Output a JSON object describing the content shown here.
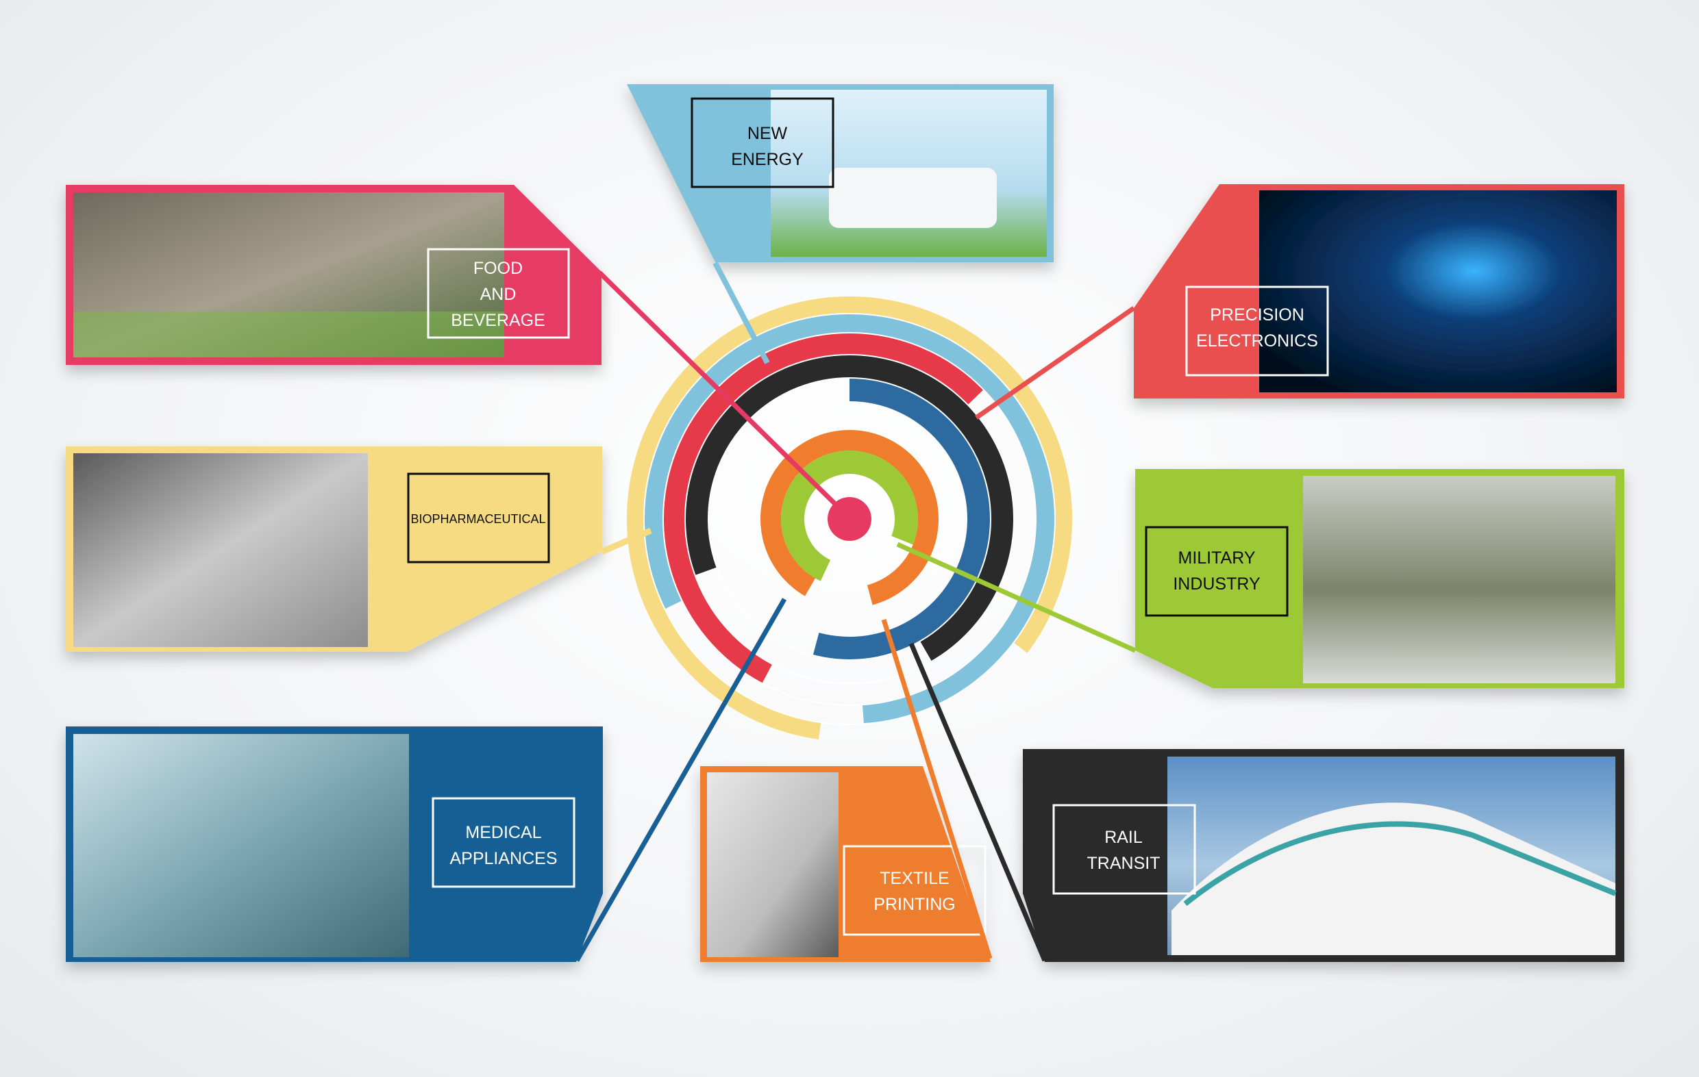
{
  "sectors": [
    {
      "id": "food",
      "lines": [
        "FOOD",
        "AND",
        "BEVERAGE"
      ],
      "color": "#e63a63"
    },
    {
      "id": "bio",
      "lines": [
        "BIOPHARMACEUTICAL"
      ],
      "color": "#f7db82"
    },
    {
      "id": "medical",
      "lines": [
        "MEDICAL",
        "APPLIANCES"
      ],
      "color": "#175f95"
    },
    {
      "id": "energy",
      "lines": [
        "NEW",
        "ENERGY"
      ],
      "color": "#80c1dc"
    },
    {
      "id": "textile",
      "lines": [
        "TEXTILE",
        "PRINTING"
      ],
      "color": "#ef7d2d"
    },
    {
      "id": "precision",
      "lines": [
        "PRECISION",
        "ELECTRONICS"
      ],
      "color": "#ea4f50"
    },
    {
      "id": "military",
      "lines": [
        "MILITARY",
        "INDUSTRY"
      ],
      "color": "#9cc935"
    },
    {
      "id": "rail",
      "lines": [
        "RAIL",
        "TRANSIT"
      ],
      "color": "#2b2a2a"
    }
  ],
  "palette": {
    "yellow": "#f7db82",
    "light_blue": "#80c1dc",
    "red": "#e63a4a",
    "black": "#2b2a2a",
    "blue": "#2d6aa0",
    "orange": "#ef7d2d",
    "green": "#9cc935",
    "pink": "#e63a63"
  }
}
